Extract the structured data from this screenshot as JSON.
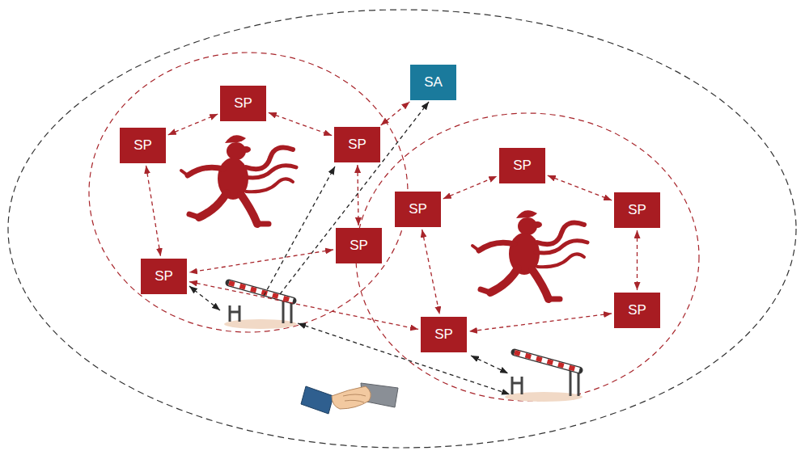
{
  "diagram": {
    "nodes": [
      {
        "text": [
          "SA"
        ]
      },
      {
        "text": [
          "SP"
        ]
      },
      {
        "text": [
          "SP"
        ]
      },
      {
        "text": [
          "SP"
        ]
      },
      {
        "text": [
          "SP"
        ]
      },
      {
        "text": [
          "SP"
        ]
      },
      {
        "text": [
          "SP"
        ]
      },
      {
        "text": [
          "SP"
        ]
      },
      {
        "text": [
          "SP"
        ]
      },
      {
        "text": [
          "SP"
        ]
      },
      {
        "text": [
          "SP"
        ]
      }
    ],
    "edges": [
      {
        "from": 2,
        "to": 1,
        "arrow": "both"
      },
      {
        "from": 1,
        "to": 3,
        "arrow": "both"
      },
      {
        "from": 3,
        "to": 0,
        "arrow": "both"
      },
      {
        "from": 3,
        "to": 7,
        "arrow": "both"
      },
      {
        "from": 2,
        "to": 8,
        "arrow": "both"
      },
      {
        "from": 7,
        "to": 8,
        "arrow": "both"
      },
      {
        "from": 8,
        "to": 10,
        "arrow": "both"
      },
      {
        "from": 5,
        "to": 4,
        "arrow": "both"
      },
      {
        "from": 4,
        "to": 6,
        "arrow": "both"
      },
      {
        "from": 6,
        "to": 9,
        "arrow": "both"
      },
      {
        "from": 9,
        "to": 10,
        "arrow": "both"
      },
      {
        "from": 5,
        "to": 10,
        "arrow": "both"
      }
    ]
  }
}
